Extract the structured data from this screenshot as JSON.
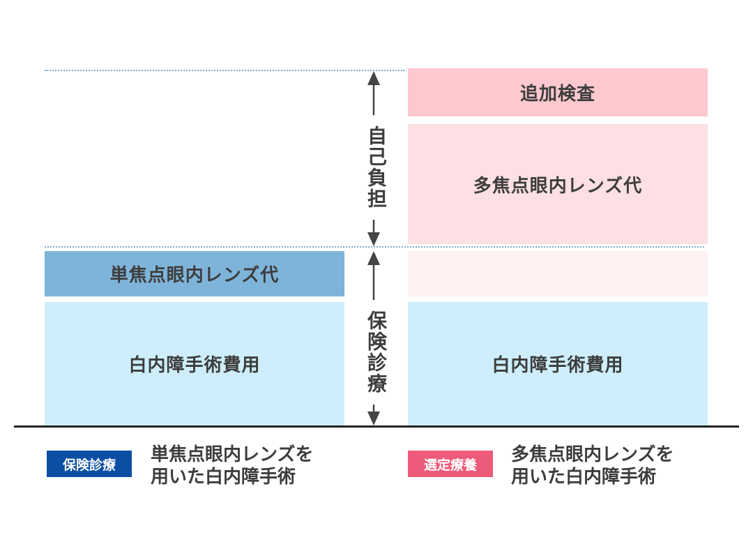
{
  "left": {
    "top_box_label": "単焦点眼内レンズ代",
    "bottom_box_label": "白内障手術費用",
    "badge": "保険診療",
    "description_line1": "単焦点眼内レンズを",
    "description_line2": "用いた白内障手術"
  },
  "middle": {
    "upper_label": "自己負担",
    "lower_label": "保険診療"
  },
  "right": {
    "exam_box_label": "追加検査",
    "lens_box_label": "多焦点眼内レンズ代",
    "bottom_box_label": "白内障手術費用",
    "badge": "選定療養",
    "description_line1": "多焦点眼内レンズを",
    "description_line2": "用いた白内障手術"
  },
  "colors": {
    "insurance_blue_light": "#cdeefa",
    "insurance_blue_mid": "#7fb4da",
    "selfpay_pink": "#fdc8ce",
    "selfpay_pink_light": "#fde0e3",
    "selfpay_pink_pale": "#fef2f3",
    "badge_blue": "#0b4fa5",
    "badge_pink": "#ee5a7a"
  }
}
